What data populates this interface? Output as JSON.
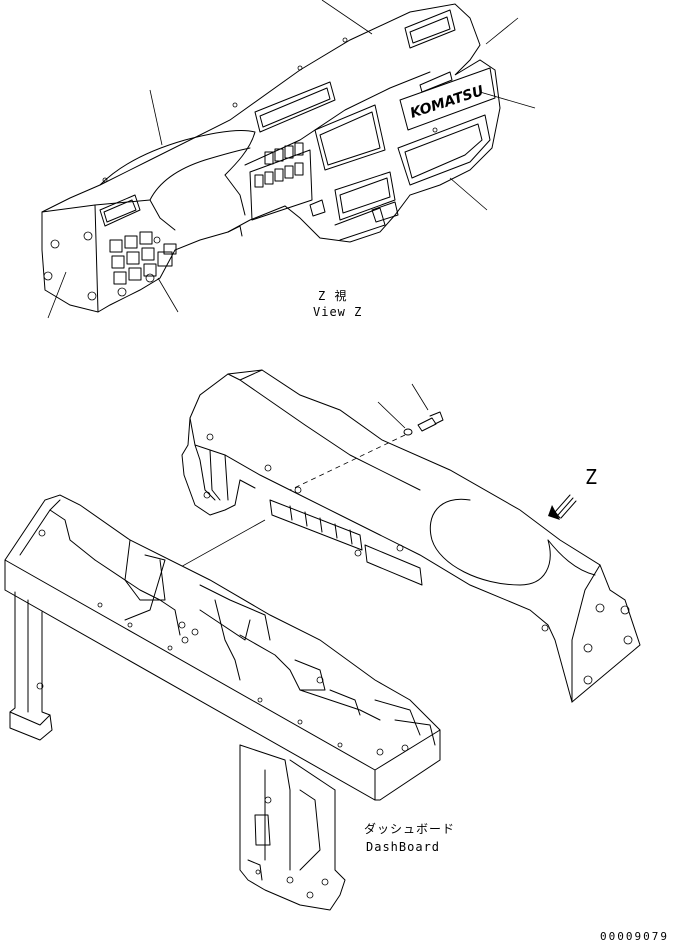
{
  "view_z": {
    "jp": "Z 視",
    "en": "View Z"
  },
  "z_arrow_label": "Z",
  "brand_logo": "KOMATSU",
  "dashboard_label": {
    "jp": "ダッシュボード",
    "en": "DashBoard"
  },
  "drawing_number": "00009079"
}
